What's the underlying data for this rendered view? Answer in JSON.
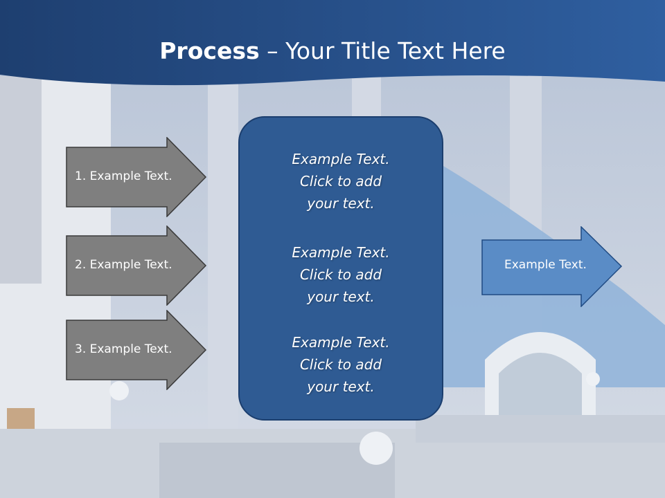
{
  "slide": {
    "title_bold": "Process",
    "title_rest": " – Your Title Text Here"
  },
  "left_arrows": [
    {
      "label": "1. Example Text."
    },
    {
      "label": "2. Example Text."
    },
    {
      "label": "3. Example Text."
    }
  ],
  "center_box": {
    "blocks": [
      {
        "line1": "Example Text.",
        "line2": "Click  to add",
        "line3": "your text."
      },
      {
        "line1": "Example Text.",
        "line2": "Click  to add",
        "line3": "your text."
      },
      {
        "line1": "Example Text.",
        "line2": "Click  to add",
        "line3": "your text."
      }
    ]
  },
  "right_arrow": {
    "label": "Example Text."
  },
  "colors": {
    "header": "#2d5a96",
    "gray_arrow": "#7f7f7f",
    "center_box": "#2f5b93",
    "right_arrow": "#5a8cc6"
  }
}
